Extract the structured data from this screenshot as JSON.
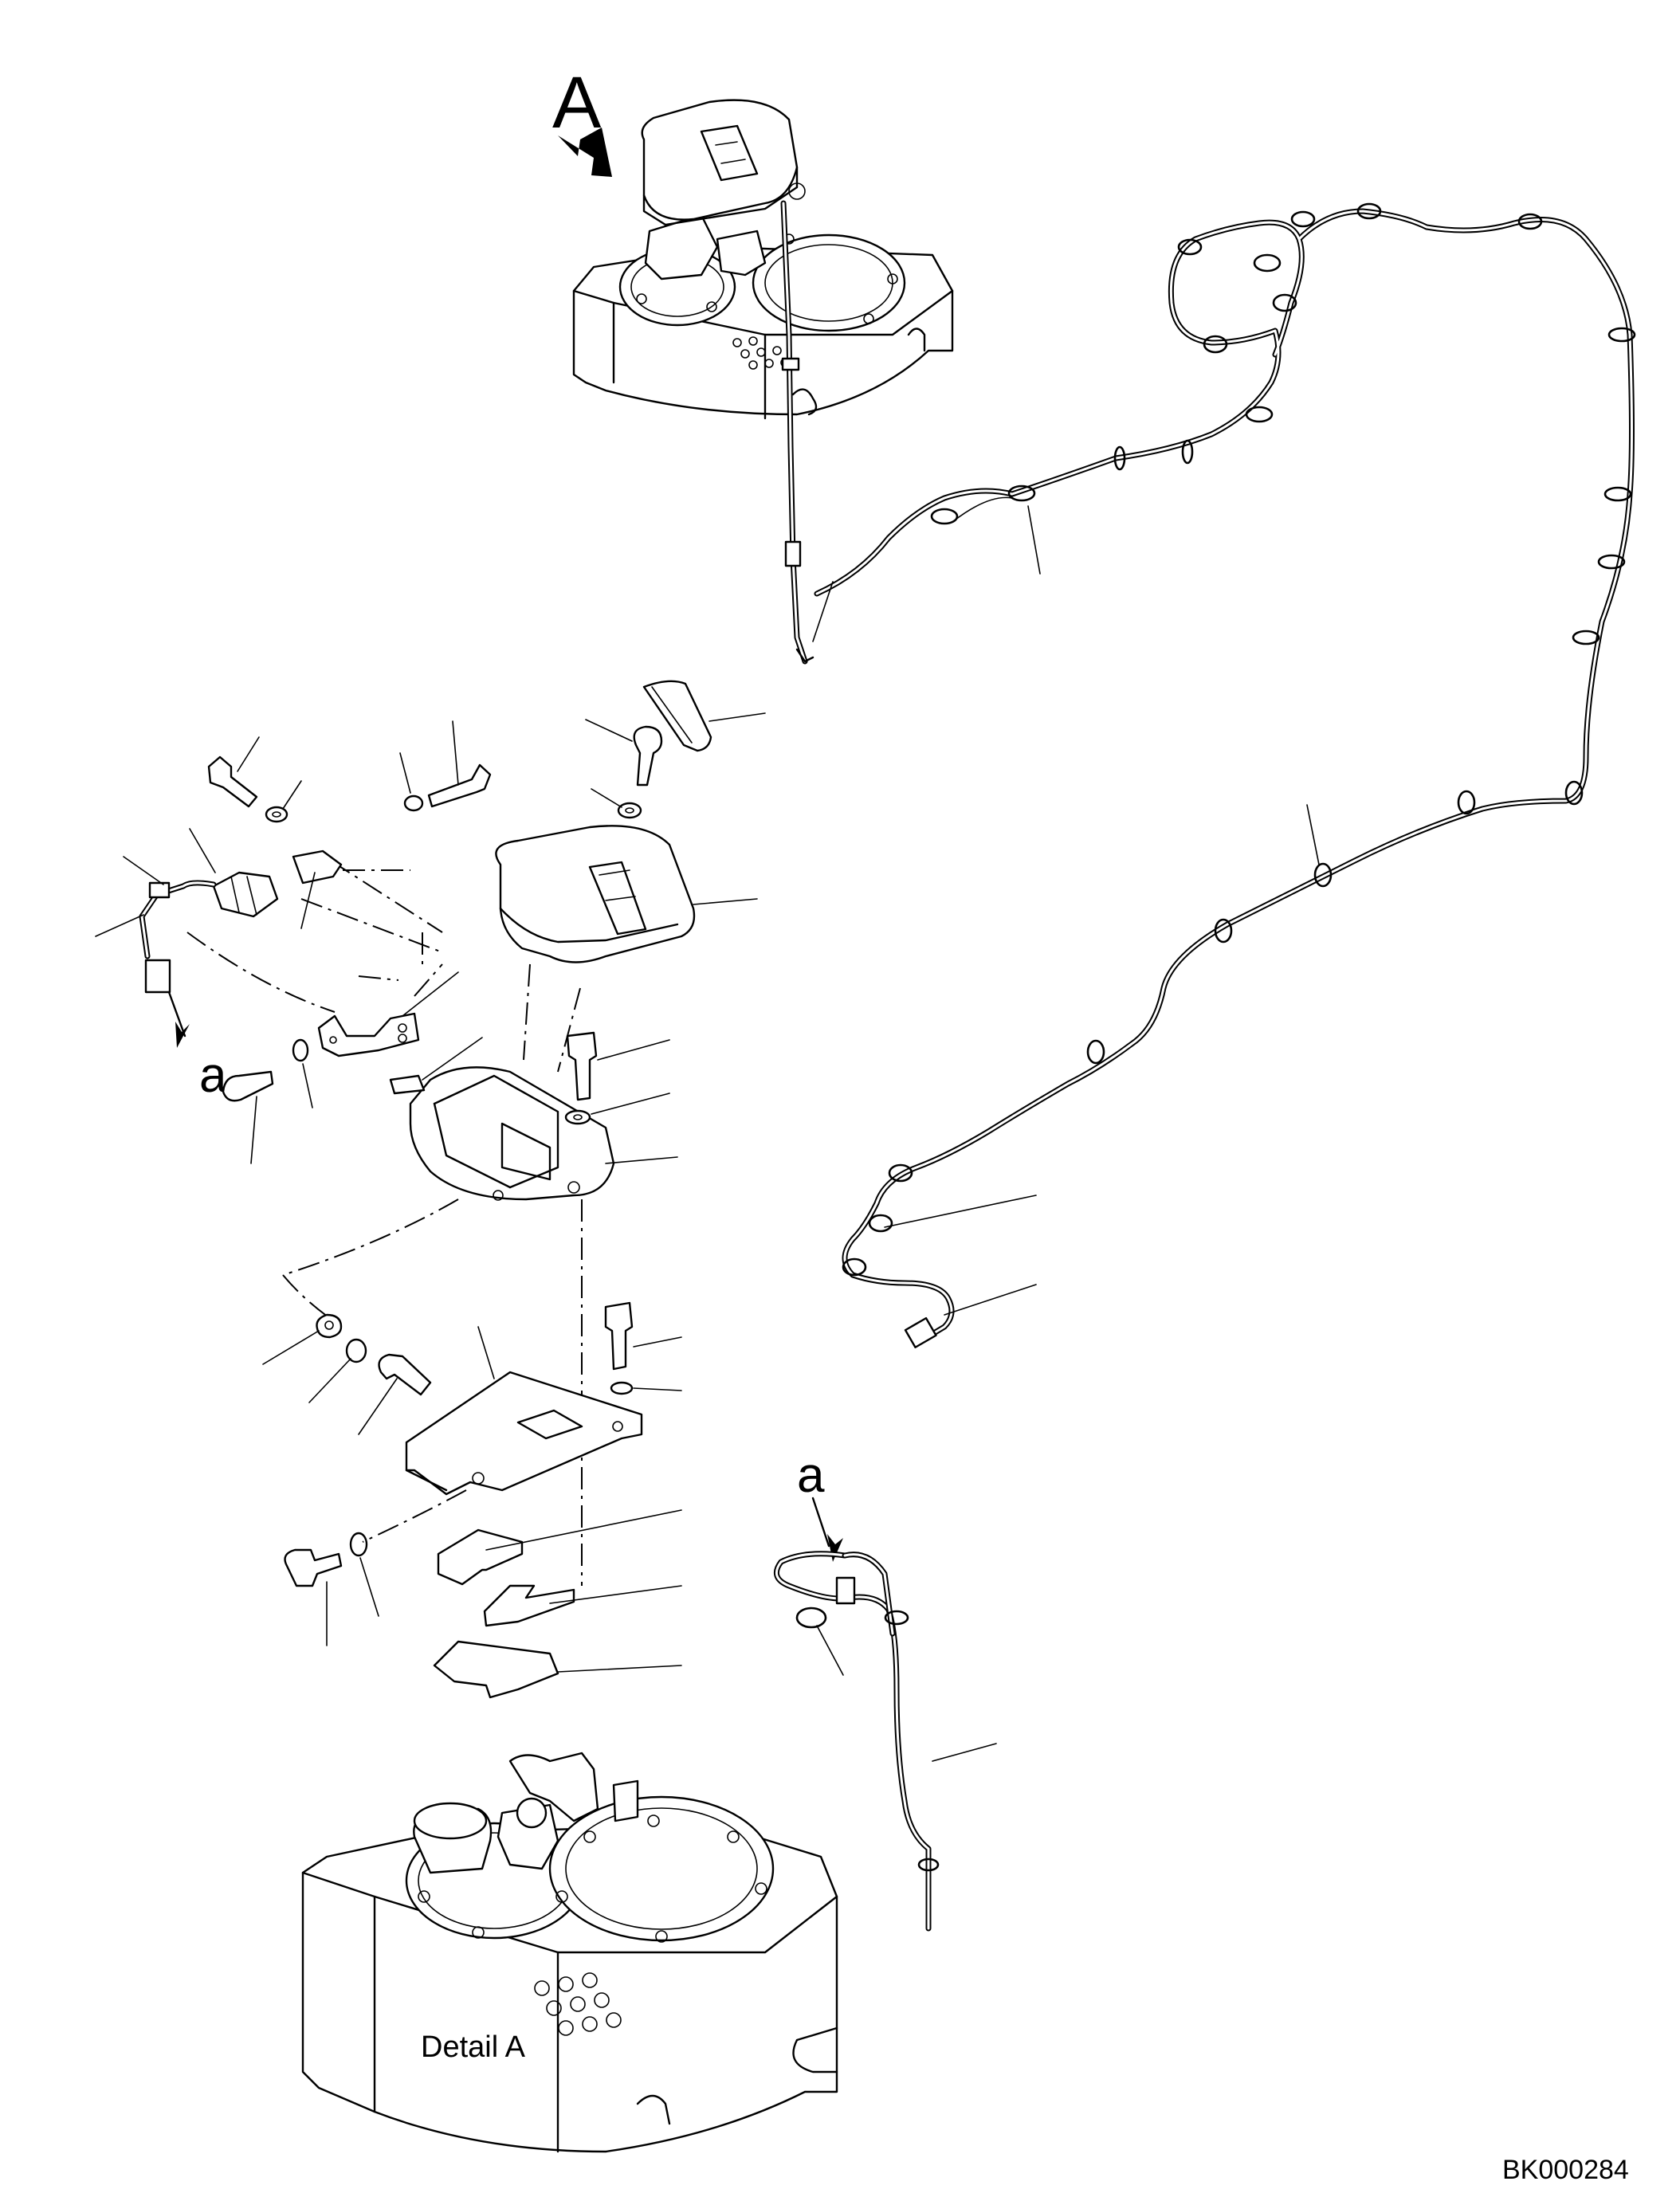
{
  "view_label": "A",
  "connector_label": "a",
  "detail_caption": "Detail A",
  "drawing_number": "BK000284",
  "colors": {
    "line": "#000000",
    "background": "#ffffff"
  },
  "icons": {
    "view_arrow": "view-direction-arrow"
  }
}
